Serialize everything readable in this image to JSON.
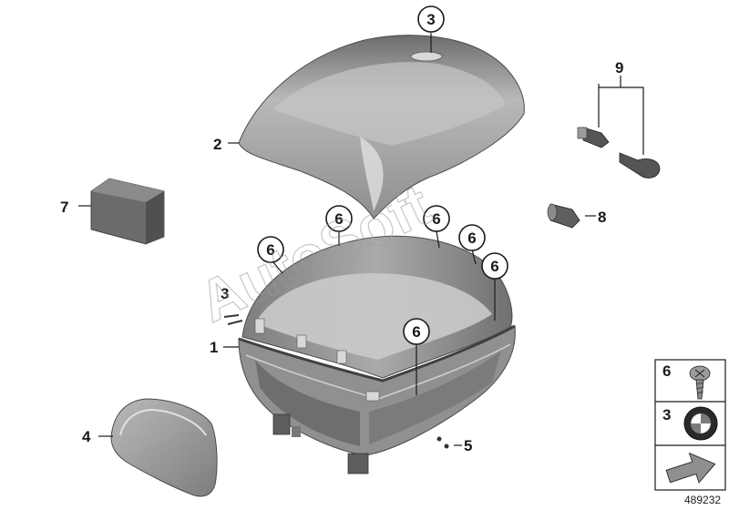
{
  "parts": [
    {
      "number": "1",
      "name": "case-body"
    },
    {
      "number": "2",
      "name": "lid"
    },
    {
      "number": "3",
      "name": "lid-emblem"
    },
    {
      "number": "3",
      "name": "screw-set"
    },
    {
      "number": "4",
      "name": "backrest-pad"
    },
    {
      "number": "5",
      "name": "small-screws"
    },
    {
      "number": "7",
      "name": "storage-block"
    },
    {
      "number": "8",
      "name": "lock-cylinder"
    },
    {
      "number": "9",
      "name": "key-set"
    }
  ],
  "callouts": [
    "3",
    "6",
    "6",
    "6",
    "6",
    "6",
    "6"
  ],
  "legend": [
    {
      "number": "6",
      "icon": "screw-icon"
    },
    {
      "number": "3",
      "icon": "bmw-roundel-icon"
    },
    {
      "number": "",
      "icon": "arrow-icon"
    }
  ],
  "watermark": "AutoSoft",
  "document_number": "489232",
  "colors": {
    "part_fill": "#aeb0ae",
    "part_dark": "#5f615f",
    "part_light": "#d6d7d5",
    "line": "#1a1a1a"
  }
}
